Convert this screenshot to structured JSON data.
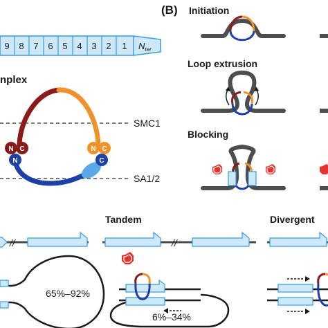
{
  "panel_b": {
    "letter": "(B)",
    "titles": {
      "initiation": "Initiation",
      "loop_extrusion": "Loop extrusion",
      "blocking": "Blocking"
    }
  },
  "segments": {
    "labels": [
      "9",
      "8",
      "7",
      "6",
      "5",
      "4",
      "3",
      "2",
      "1"
    ],
    "n_ter": {
      "main": "N",
      "sub": "ter"
    }
  },
  "complex": {
    "title_fragment": "nplex",
    "smc1_label": "SMC1",
    "sa_label": "SA1/2",
    "balls": [
      "N",
      "C",
      "N",
      "C",
      "N",
      "C"
    ]
  },
  "orientation": {
    "break_symbol": "//",
    "tandem": "Tandem",
    "divergent": "Divergent",
    "pct_convergent": "65%–92%",
    "pct_tandem": "6%–34%"
  },
  "colors": {
    "dna": "#4d4d4d",
    "smc3_red": "#8b1a1a",
    "smc1_orange": "#f0922b",
    "kleisin_blue": "#1c3fa8",
    "sa_light_blue": "#5aa9e6",
    "box_fill": "#cde8f8",
    "box_stroke": "#3a9bd9",
    "ctcf_red": "#e3342f"
  }
}
